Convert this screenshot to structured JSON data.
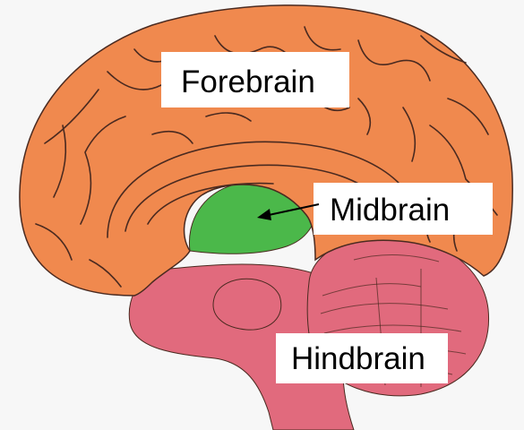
{
  "labels": {
    "forebrain": "Forebrain",
    "midbrain": "Midbrain",
    "hindbrain": "Hindbrain"
  },
  "colors": {
    "background": "#f7f7f7",
    "forebrain": "#f0894e",
    "midbrain": "#4bb84a",
    "hindbrain": "#e16a7d",
    "outline": "#4a2a20",
    "label_box": "#ffffff",
    "arrow": "#000000"
  }
}
